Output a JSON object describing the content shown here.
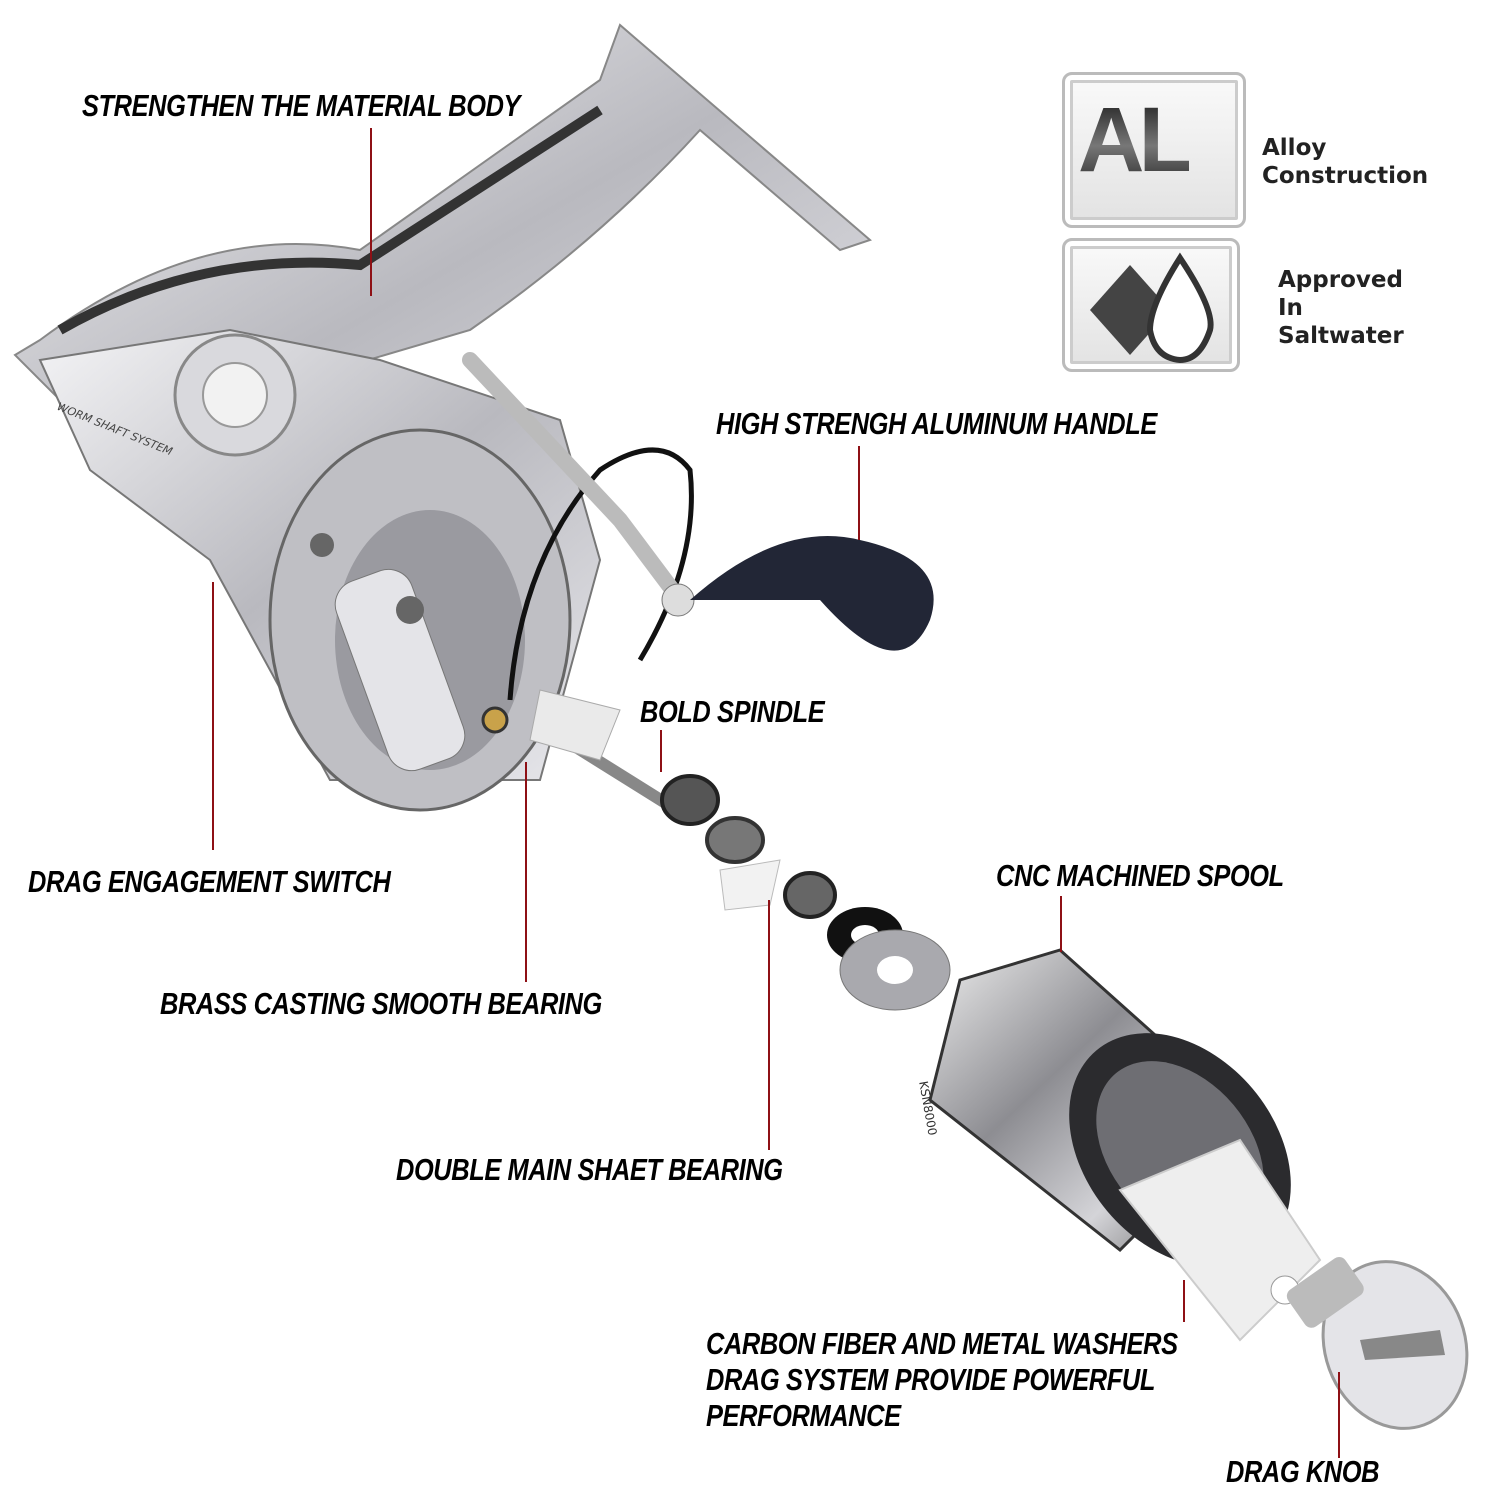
{
  "labels": {
    "body": "STRENGTHEN THE MATERIAL BODY",
    "handle": "HIGH STRENGH ALUMINUM HANDLE",
    "spindle": "BOLD SPINDLE",
    "drag_switch": "DRAG ENGAGEMENT SWITCH",
    "spool": "CNC MACHINED SPOOL",
    "brass": "BRASS CASTING SMOOTH BEARING",
    "main_bearing": "DOUBLE MAIN SHAET  BEARING",
    "washers": [
      "CARBON FIBER AND METAL WASHERS",
      "DRAG SYSTEM PROVIDE POWERFUL",
      "PERFORMANCE"
    ],
    "drag_knob": "DRAG KNOB"
  },
  "badges": {
    "alloy": {
      "logo": "AL",
      "line1": "Alloy",
      "line2": "Construction"
    },
    "saltwater": {
      "line1": "Approved",
      "line2": "In",
      "line3": "Saltwater",
      "icon": "diamond-water-drop-icon"
    }
  },
  "product_markings": {
    "body": "WORM SHAFT SYSTEM",
    "spool": "KSN8000"
  },
  "colors": {
    "leader_line": "#8e1015",
    "metal": "#c8c8cc",
    "dark": "#1a1a1a"
  }
}
